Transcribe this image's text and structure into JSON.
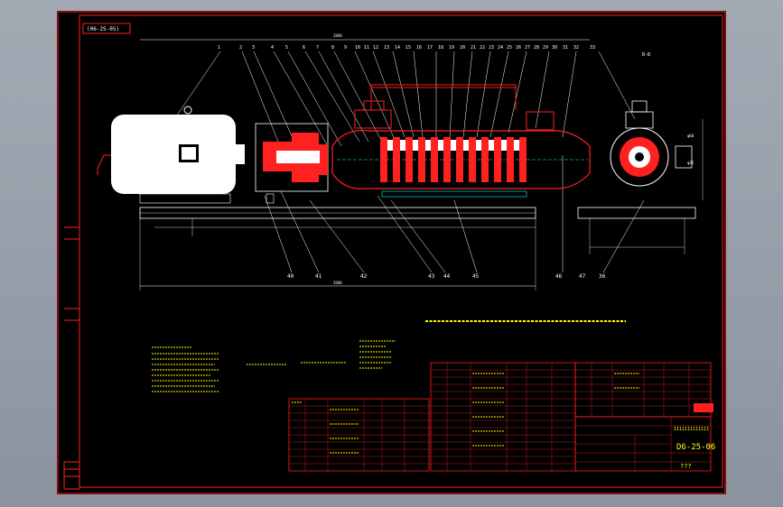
{
  "drawing": {
    "corner_tag": "(06-25-05)",
    "section_label": "B-B",
    "top_dim": "2860",
    "bottom_dim": "2080",
    "right_dims": [
      "φ60",
      "φ25"
    ],
    "callouts_top": [
      "1",
      "2",
      "3",
      "4",
      "5",
      "6",
      "7",
      "8",
      "9",
      "10",
      "11",
      "12",
      "13",
      "14",
      "15",
      "16",
      "17",
      "18",
      "19",
      "20",
      "21",
      "22",
      "23",
      "24",
      "25",
      "26",
      "27",
      "28",
      "29",
      "30",
      "31",
      "32",
      "33"
    ],
    "callouts_bottom": [
      "40",
      "41",
      "42",
      "43",
      "44",
      "45",
      "46",
      "47",
      "36"
    ]
  },
  "title_block": {
    "drawing_number": "D6-25-06",
    "extra_mark": "???",
    "code_line": "1111111111111"
  },
  "colors": {
    "sheet": "#000000",
    "outline": "#ff2020",
    "geometry": "#ffffff",
    "text": "#ffff00",
    "section_fill": "#ff2020"
  }
}
